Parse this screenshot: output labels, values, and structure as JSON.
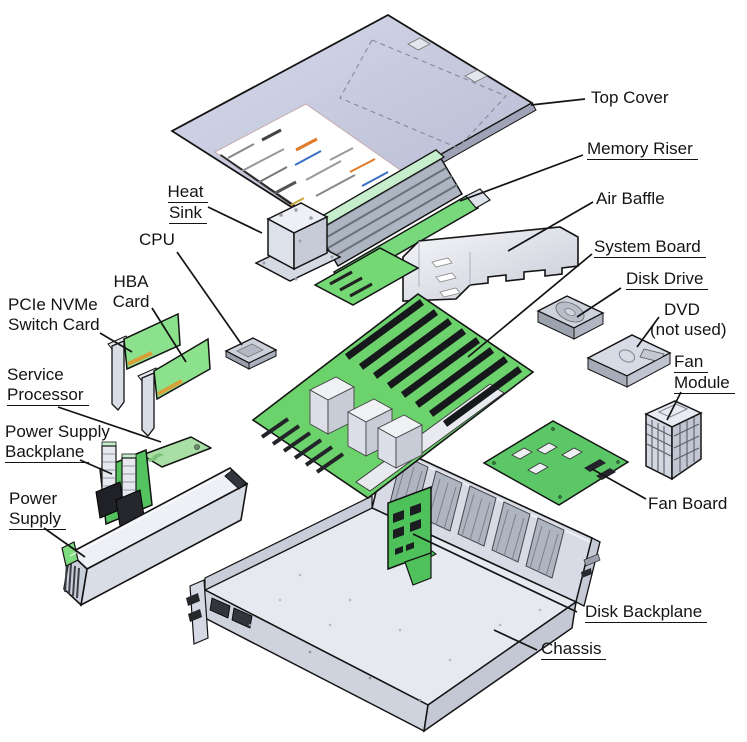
{
  "diagram": {
    "description": "Exploded view diagram of server hardware components",
    "background": "#ffffff",
    "outline_color": "#141414",
    "board_green": "#6cd36c",
    "card_green": "#8ce28c",
    "metal_gray": "#dfe2ec",
    "cover_lavender": "#c9ccdf"
  },
  "labels": {
    "top_cover": {
      "lines": [
        "Top Cover"
      ],
      "linked": false
    },
    "memory_riser": {
      "lines": [
        "Memory Riser"
      ],
      "linked": true
    },
    "air_baffle": {
      "lines": [
        "Air Baffle"
      ],
      "linked": false
    },
    "system_board": {
      "lines": [
        "System Board"
      ],
      "linked": true
    },
    "disk_drive": {
      "lines": [
        "Disk Drive"
      ],
      "linked": true
    },
    "dvd": {
      "lines": [
        "DVD",
        "(not used)"
      ],
      "linked": false
    },
    "fan_module": {
      "lines": [
        "Fan",
        "Module"
      ],
      "linked": true
    },
    "fan_board": {
      "lines": [
        "Fan Board"
      ],
      "linked": false
    },
    "heat_sink": {
      "lines": [
        "Heat",
        "Sink"
      ],
      "linked": true
    },
    "cpu": {
      "lines": [
        "CPU"
      ],
      "linked": false
    },
    "hba_card": {
      "lines": [
        "HBA",
        "Card"
      ],
      "linked": false
    },
    "pcie_nvme_switch_card": {
      "lines": [
        "PCIe NVMe",
        "Switch Card"
      ],
      "linked": false
    },
    "service_processor": {
      "lines": [
        "Service",
        "Processor"
      ],
      "linked": true
    },
    "power_supply_backplane": {
      "lines": [
        "Power Supply",
        "Backplane"
      ],
      "linked": true
    },
    "power_supply": {
      "lines": [
        "Power",
        "Supply"
      ],
      "linked": true
    },
    "disk_backplane": {
      "lines": [
        "Disk Backplane"
      ],
      "linked": true
    },
    "chassis": {
      "lines": [
        "Chassis"
      ],
      "linked": true
    }
  }
}
